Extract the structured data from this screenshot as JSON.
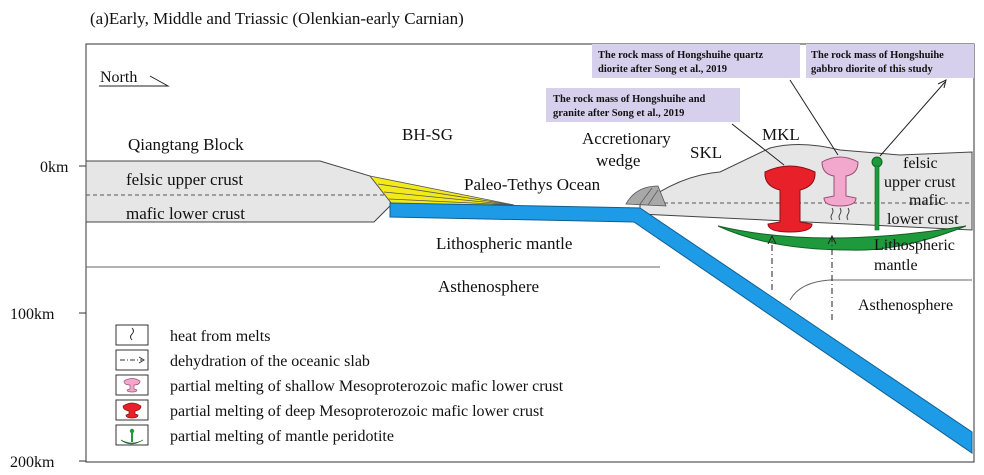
{
  "title": "(a)Early, Middle and Triassic (Olenkian-early Carnian)",
  "north": "North",
  "depth_labels": [
    "0km",
    "100km",
    "200km"
  ],
  "regions": {
    "qiangtang": "Qiangtang Block",
    "bhsg": "BH-SG",
    "felsic_upper": "felsic upper crust",
    "mafic_lower": "mafic lower crust",
    "paleo_tethys": "Paleo-Tethys Ocean",
    "accretionary_1": "Accretionary",
    "accretionary_2": "wedge",
    "skl": "SKL",
    "mkl": "MKL",
    "lith_mantle": "Lithospheric mantle",
    "asthenosphere": "Asthenosphere",
    "r_felsic_1": "felsic",
    "r_felsic_2": "upper crust",
    "r_mafic_1": "mafic",
    "r_mafic_2": "lower crust",
    "r_lith_1": "Lithospheric",
    "r_lith_2": "mantle",
    "r_asth": "Asthenosphere"
  },
  "callouts": {
    "granite_1": "The rock mass of Hongshuihe and",
    "granite_2": "granite after Song et al., 2019",
    "quartz_1": "The rock mass of Hongshuihe quartz",
    "quartz_2": "diorite after Song et al., 2019",
    "gabbro_1": "The rock mass of Hongshuihe",
    "gabbro_2": "gabbro diorite of this study"
  },
  "legend": [
    {
      "icon": "heat-icon",
      "label": "heat from melts"
    },
    {
      "icon": "dehydration-icon",
      "label": "dehydration of the oceanic slab"
    },
    {
      "icon": "shallow-melt-icon",
      "label": "partial melting of shallow Mesoproterozoic mafic lower crust"
    },
    {
      "icon": "deep-melt-icon",
      "label": "partial melting of deep Mesoproterozoic mafic lower crust"
    },
    {
      "icon": "mantle-melt-icon",
      "label": "partial melting of mantle peridotite"
    }
  ],
  "colors": {
    "slab": "#1e9be6",
    "crust": "#e6e6e6",
    "yellow": "#f2ea1a",
    "red": "#e8202a",
    "pink": "#f2a8cc",
    "green": "#1e9a3c",
    "callout_bg": "#d6d0ec"
  }
}
